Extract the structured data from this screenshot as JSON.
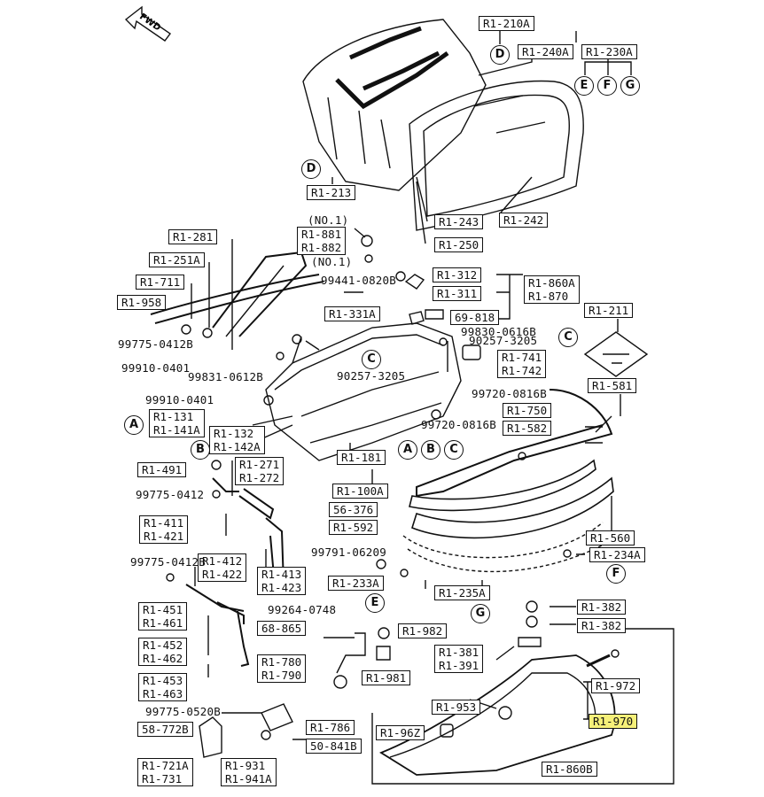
{
  "diagram": {
    "fwd_label": "FWD",
    "part_boxes": [
      {
        "id": "r1-210a",
        "text": "R1-210A"
      },
      {
        "id": "r1-240a",
        "text": "R1-240A"
      },
      {
        "id": "r1-230a",
        "text": "R1-230A"
      },
      {
        "id": "r1-213",
        "text": "R1-213"
      },
      {
        "id": "r1-243",
        "text": "R1-243"
      },
      {
        "id": "r1-242",
        "text": "R1-242"
      },
      {
        "id": "r1-250",
        "text": "R1-250"
      },
      {
        "id": "r1-281",
        "text": "R1-281"
      },
      {
        "id": "r1-881-882",
        "text": "R1-881\nR1-882"
      },
      {
        "id": "r1-251a",
        "text": "R1-251A"
      },
      {
        "id": "r1-711",
        "text": "R1-711"
      },
      {
        "id": "r1-958",
        "text": "R1-958"
      },
      {
        "id": "r1-312",
        "text": "R1-312"
      },
      {
        "id": "r1-311",
        "text": "R1-311"
      },
      {
        "id": "r1-860a-870",
        "text": "R1-860A\nR1-870"
      },
      {
        "id": "r1-211",
        "text": "R1-211"
      },
      {
        "id": "r1-331a",
        "text": "R1-331A"
      },
      {
        "id": "69-818",
        "text": "69-818"
      },
      {
        "id": "r1-741-742",
        "text": "R1-741\nR1-742"
      },
      {
        "id": "r1-581",
        "text": "R1-581"
      },
      {
        "id": "r1-131-141a",
        "text": "R1-131\nR1-141A"
      },
      {
        "id": "r1-132-142a",
        "text": "R1-132\nR1-142A"
      },
      {
        "id": "r1-750",
        "text": "R1-750"
      },
      {
        "id": "r1-582",
        "text": "R1-582"
      },
      {
        "id": "r1-181",
        "text": "R1-181"
      },
      {
        "id": "r1-491",
        "text": "R1-491"
      },
      {
        "id": "r1-271-272",
        "text": "R1-271\nR1-272"
      },
      {
        "id": "r1-100a",
        "text": "R1-100A"
      },
      {
        "id": "56-376",
        "text": "56-376"
      },
      {
        "id": "r1-592",
        "text": "R1-592"
      },
      {
        "id": "r1-411-421",
        "text": "R1-411\nR1-421"
      },
      {
        "id": "r1-560",
        "text": "R1-560"
      },
      {
        "id": "r1-234a",
        "text": "R1-234A"
      },
      {
        "id": "r1-412-422",
        "text": "R1-412\nR1-422"
      },
      {
        "id": "r1-413-423",
        "text": "R1-413\nR1-423"
      },
      {
        "id": "r1-233a",
        "text": "R1-233A"
      },
      {
        "id": "r1-235a",
        "text": "R1-235A"
      },
      {
        "id": "r1-451-461",
        "text": "R1-451\nR1-461"
      },
      {
        "id": "r1-382a",
        "text": "R1-382"
      },
      {
        "id": "68-865",
        "text": "68-865"
      },
      {
        "id": "r1-982",
        "text": "R1-982"
      },
      {
        "id": "r1-382b",
        "text": "R1-382"
      },
      {
        "id": "r1-452-462",
        "text": "R1-452\nR1-462"
      },
      {
        "id": "r1-780-790",
        "text": "R1-780\nR1-790"
      },
      {
        "id": "r1-381-391",
        "text": "R1-381\nR1-391"
      },
      {
        "id": "r1-981",
        "text": "R1-981"
      },
      {
        "id": "r1-453-463",
        "text": "R1-453\nR1-463"
      },
      {
        "id": "r1-972",
        "text": "R1-972"
      },
      {
        "id": "r1-953",
        "text": "R1-953"
      },
      {
        "id": "r1-970",
        "text": "R1-970"
      },
      {
        "id": "58-772b",
        "text": "58-772B"
      },
      {
        "id": "r1-786",
        "text": "R1-786"
      },
      {
        "id": "r1-96z",
        "text": "R1-96Z"
      },
      {
        "id": "50-841b",
        "text": "50-841B"
      },
      {
        "id": "r1-721a-731",
        "text": "R1-721A\nR1-731"
      },
      {
        "id": "r1-931-941a",
        "text": "R1-931\nR1-941A"
      },
      {
        "id": "r1-860b",
        "text": "R1-860B"
      }
    ],
    "plain_labels": [
      {
        "id": "no1-a",
        "text": "(NO.1)"
      },
      {
        "id": "no1-b",
        "text": "(NO.1)"
      },
      {
        "id": "99441-0820b",
        "text": "99441-0820B"
      },
      {
        "id": "99775-0412b-a",
        "text": "99775-0412B"
      },
      {
        "id": "99910-0401-a",
        "text": "99910-0401"
      },
      {
        "id": "99831-0612b",
        "text": "99831-0612B"
      },
      {
        "id": "99830-0616b",
        "text": "99830-0616B"
      },
      {
        "id": "90257-3205-a",
        "text": "90257-3205"
      },
      {
        "id": "90257-3205-b",
        "text": "90257-3205"
      },
      {
        "id": "99910-0401-b",
        "text": "99910-0401"
      },
      {
        "id": "99720-0816b-a",
        "text": "99720-0816B"
      },
      {
        "id": "99720-0816b-b",
        "text": "99720-0816B"
      },
      {
        "id": "99775-0412",
        "text": "99775-0412"
      },
      {
        "id": "99791-06209",
        "text": "99791-06209"
      },
      {
        "id": "99775-0412b-b",
        "text": "99775-0412B"
      },
      {
        "id": "99264-0748",
        "text": "99264-0748"
      },
      {
        "id": "99775-0520b",
        "text": "99775-0520B"
      }
    ],
    "callout_letters": [
      {
        "id": "d1",
        "text": "D"
      },
      {
        "id": "e1",
        "text": "E"
      },
      {
        "id": "f1",
        "text": "F"
      },
      {
        "id": "g1",
        "text": "G"
      },
      {
        "id": "d2",
        "text": "D"
      },
      {
        "id": "c1",
        "text": "C"
      },
      {
        "id": "c2",
        "text": "C"
      },
      {
        "id": "a1",
        "text": "A"
      },
      {
        "id": "b1",
        "text": "B"
      },
      {
        "id": "a2",
        "text": "A"
      },
      {
        "id": "b2",
        "text": "B"
      },
      {
        "id": "c3",
        "text": "C"
      },
      {
        "id": "f2",
        "text": "F"
      },
      {
        "id": "e2",
        "text": "E"
      },
      {
        "id": "g2",
        "text": "G"
      }
    ],
    "highlight_color": "#f6f079"
  }
}
